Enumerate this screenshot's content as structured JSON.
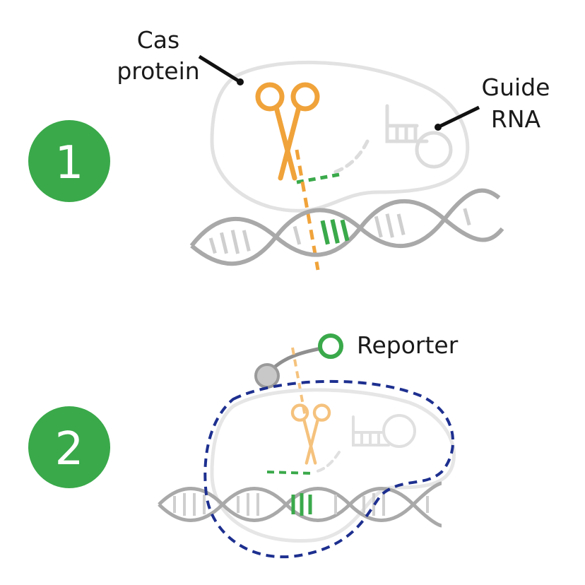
{
  "labels": {
    "cas_line1": "Cas",
    "cas_line2": "protein",
    "guide_line1": "Guide",
    "guide_line2": "RNA",
    "reporter": "Reporter"
  },
  "steps": [
    {
      "number": "1"
    },
    {
      "number": "2"
    }
  ],
  "colors": {
    "step_badge": "#3aa94a",
    "cas_scissors": "#f0a33a",
    "guide_target": "#3aa94a",
    "dna": "#a9a9a9",
    "protein_outline": "#e2e2e2",
    "reporter_outline": "#1d2f8f",
    "reporter_ring": "#3aa94a",
    "quencher": "#c8c8c8"
  },
  "icons": [
    "scissors-icon",
    "dna-helix-icon",
    "reporter-ring-icon",
    "quencher-ball-icon"
  ]
}
